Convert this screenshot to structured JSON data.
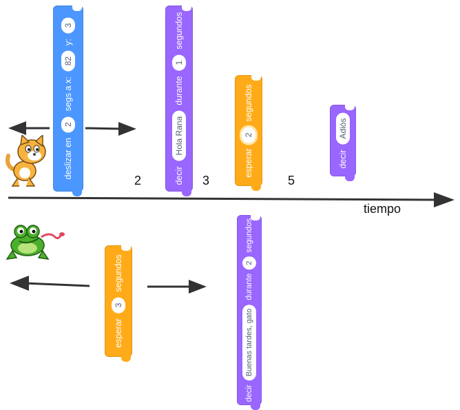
{
  "cat": {
    "glide": {
      "prefix": "deslizar en",
      "secs": "2",
      "mid": "segs a x:",
      "x": "82",
      "ylabel": "y:",
      "y": "3"
    },
    "say_for": {
      "prefix": "decir",
      "text": "Hola Rana",
      "mid": "durante",
      "secs": "1",
      "suffix": "segundos"
    },
    "wait": {
      "prefix": "esperar",
      "secs": "2",
      "suffix": "segundos"
    },
    "say": {
      "prefix": "decir",
      "text": "Adiós"
    }
  },
  "timeline": {
    "marks": [
      "2",
      "3",
      "5"
    ],
    "axis_label": "tiempo"
  },
  "frog": {
    "wait": {
      "prefix": "esperar",
      "secs": "3",
      "suffix": "segundos"
    },
    "say_for": {
      "prefix": "decir",
      "text": "Buenas tardes, gato",
      "mid": "durante",
      "secs": "2",
      "suffix": "segundos"
    }
  },
  "colors": {
    "motion": "#4c97ff",
    "looks": "#9966ff",
    "control": "#ffab19",
    "arrow": "#333333"
  }
}
